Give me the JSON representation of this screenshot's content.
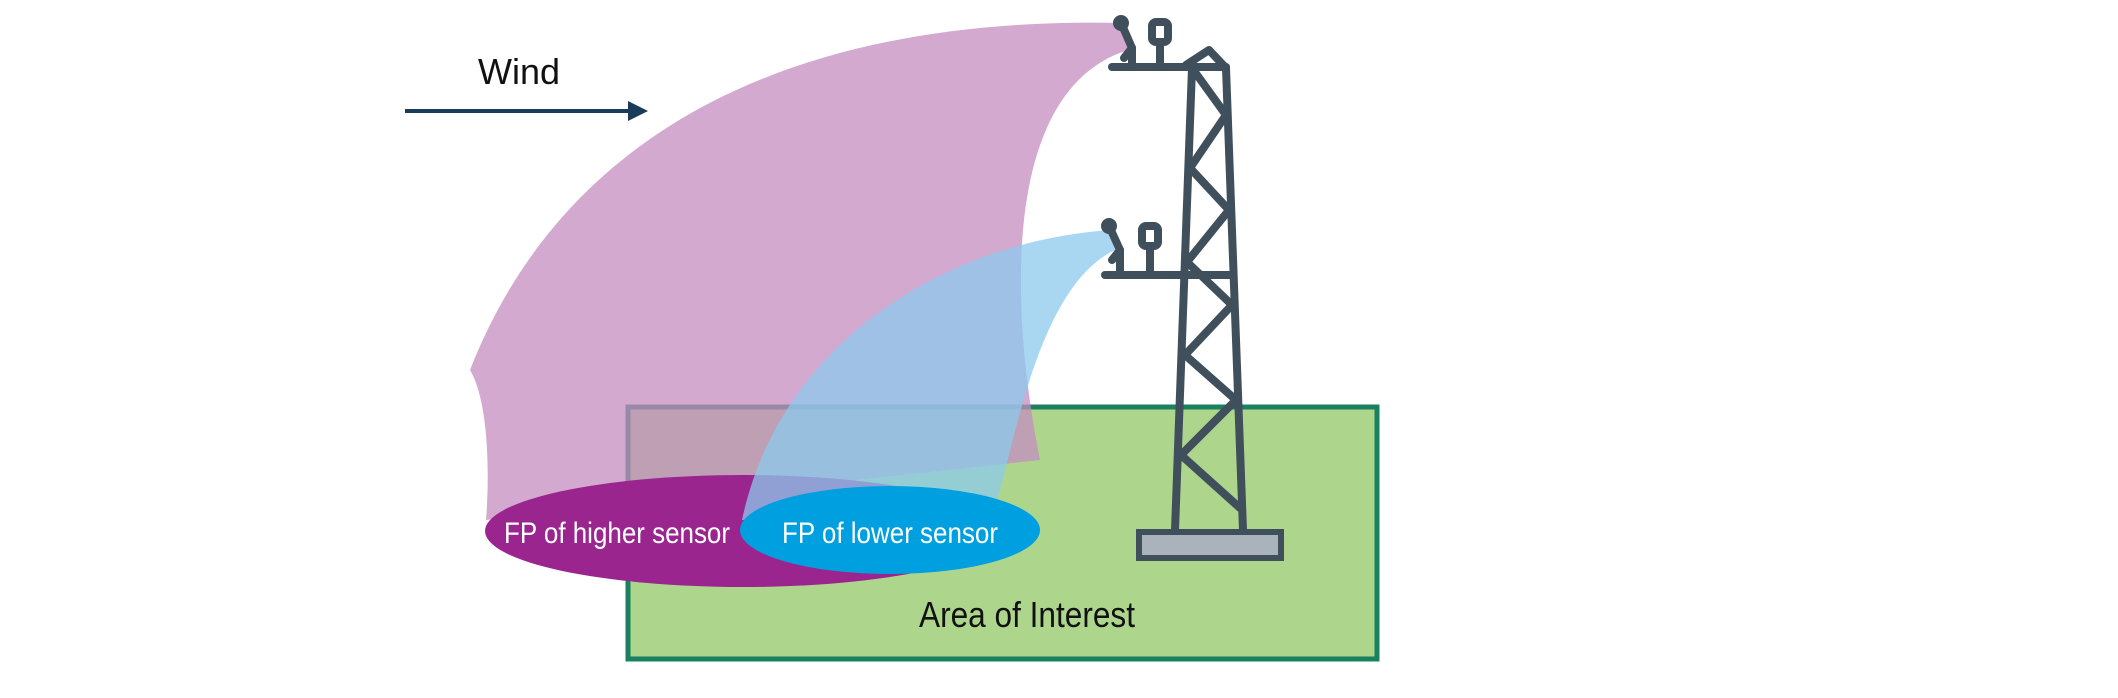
{
  "labels": {
    "wind": "Wind",
    "fp_higher": "FP of higher sensor",
    "fp_lower": "FP of lower sensor",
    "area": "Area of Interest"
  },
  "colors": {
    "area_fill": "#aed58c",
    "area_border": "#1a8060",
    "higher_plume": "#c48cc0",
    "higher_footprint": "#9b258f",
    "lower_plume": "#8ccaec",
    "lower_footprint": "#009fe0",
    "tower": "#3f4f5c",
    "tower_base": "#aab3bb",
    "arrow": "#1b3b5a"
  },
  "icons": {
    "wind_arrow": "arrow-right-icon",
    "tower": "lattice-tower-icon",
    "sensor": "sensor-icon"
  }
}
